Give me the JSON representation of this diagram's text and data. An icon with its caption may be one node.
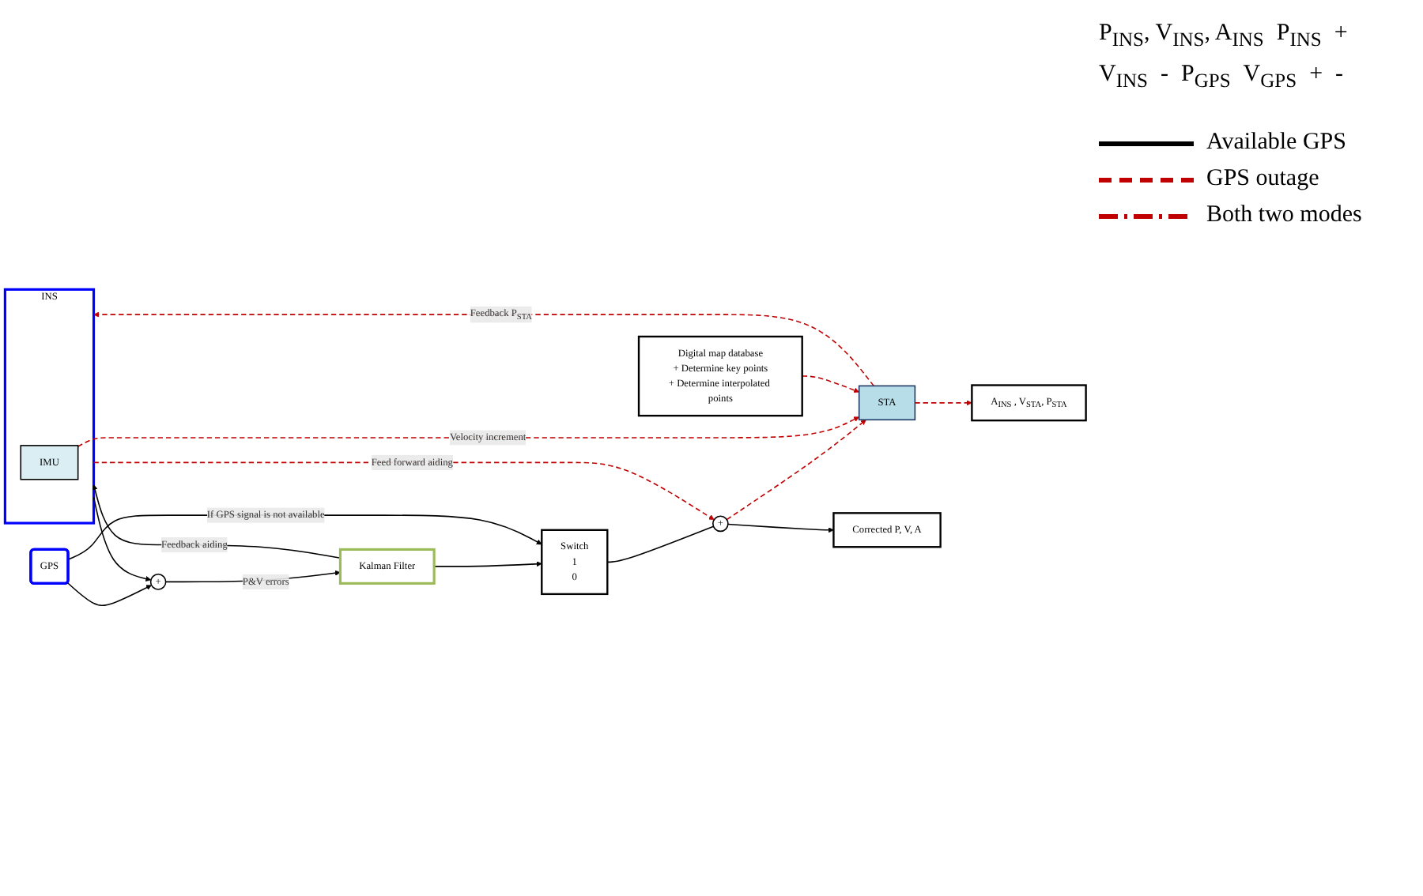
{
  "diagram": {
    "nodes": [
      {
        "text": [
          "INS"
        ]
      },
      {
        "text": [
          "IMU"
        ],
        "in": 0
      },
      {
        "text": [
          "+"
        ]
      },
      {
        "text": [
          "Kalman Filter"
        ]
      },
      {
        "text": [
          "Switch",
          "1",
          "0"
        ]
      },
      {
        "text": [
          "GPS"
        ]
      },
      {
        "text": [
          "+"
        ]
      },
      {
        "text": [
          "Digital map database",
          "+ Determine key points",
          "+ Determine interpolated points"
        ]
      },
      {
        "text": [
          "STA"
        ]
      },
      {
        "text": [
          "Corrected P, V, A"
        ]
      },
      {
        "text": [
          "A$_{INS}$ , V$_{STA}$, P$_{STA}$"
        ]
      }
    ],
    "edges": [
      {
        "from": 0,
        "to": 2,
        "arrow": "to"
      },
      {
        "from": 5,
        "to": 2,
        "arrow": "to"
      },
      {
        "from": 2,
        "to": 3,
        "arrow": "to",
        "label": "P&V errors"
      },
      {
        "from": 3,
        "to": 0,
        "arrow": "to",
        "label": "Feedback aiding"
      },
      {
        "from": 3,
        "to": 4,
        "arrow": "to"
      },
      {
        "from": 5,
        "to": 4,
        "arrow": "to",
        "label": "If GPS signal is not available"
      },
      {
        "from": 4,
        "to": 6,
        "arrow": "none"
      },
      {
        "from": 0,
        "to": 6,
        "arrow": "to",
        "label": "Feed forward aiding",
        "style": "dashed",
        "color": "#c00000"
      },
      {
        "from": 6,
        "to": 9,
        "arrow": "to"
      },
      {
        "from": 6,
        "to": 8,
        "arrow": "to",
        "style": "dashed",
        "color": "#c00000"
      },
      {
        "from": 1,
        "to": 8,
        "arrow": "to",
        "label": "Velocity increment",
        "style": "dashed",
        "color": "#c00000"
      },
      {
        "from": 8,
        "to": 0,
        "arrow": "to",
        "label": "Feedback P$_{STA}$",
        "style": "dashed",
        "color": "#c00000"
      },
      {
        "from": 7,
        "to": 8,
        "arrow": "to",
        "style": "dashed",
        "color": "#c00000"
      },
      {
        "from": 8,
        "to": 10,
        "arrow": "to",
        "style": "dashed",
        "color": "#c00000"
      }
    ],
    "labels": [
      "P$_{INS}$, V$_{INS}$, A$_{INS}$",
      "P$_{INS}$",
      "+",
      "V$_{INS}$",
      "-",
      "P$_{GPS}$",
      "V$_{GPS}$",
      "+",
      "-"
    ],
    "legend": [
      {
        "text": "Available GPS"
      },
      {
        "text": "GPS outage"
      },
      {
        "text": "Both two modes"
      }
    ]
  }
}
